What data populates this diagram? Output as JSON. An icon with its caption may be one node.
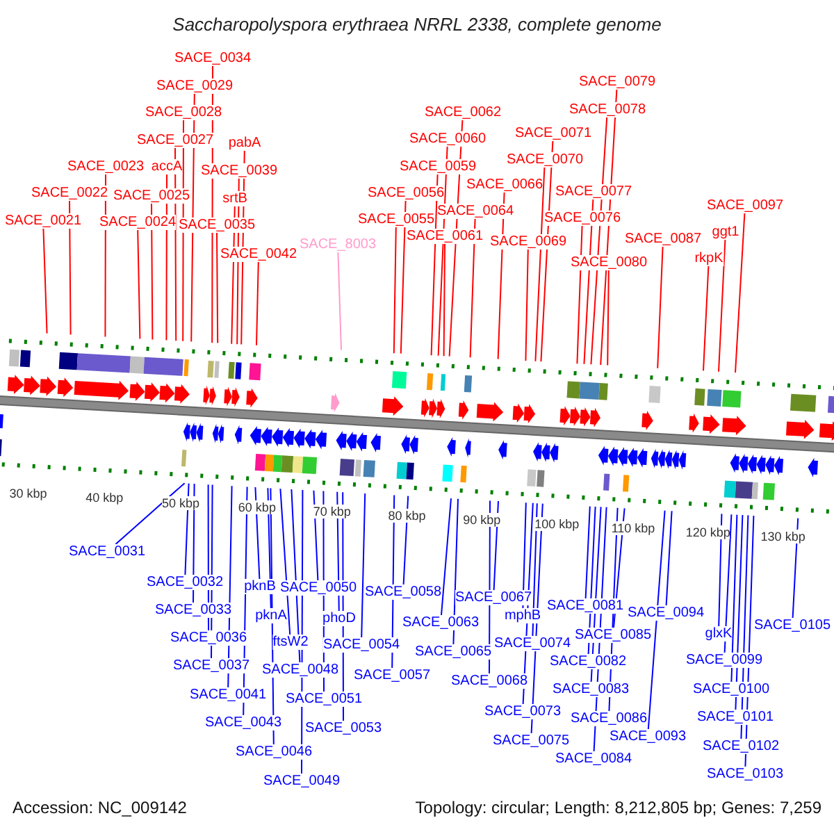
{
  "diagram": {
    "title": "Saccharopolyspora erythraea NRRL 2338, complete genome",
    "nodes": [
      {
        "text": [
          "SACE_0034"
        ]
      },
      {
        "text": [
          "SACE_0029"
        ]
      },
      {
        "text": [
          "SACE_0028"
        ]
      },
      {
        "text": [
          "SACE_0027"
        ]
      },
      {
        "text": [
          "pabA"
        ]
      },
      {
        "text": [
          "SACE_0023"
        ]
      },
      {
        "text": [
          "accA"
        ]
      },
      {
        "text": [
          "SACE_0039"
        ]
      },
      {
        "text": [
          "SACE_0022"
        ]
      },
      {
        "text": [
          "SACE_0025"
        ]
      },
      {
        "text": [
          "srtB"
        ]
      },
      {
        "text": [
          "SACE_0021"
        ]
      },
      {
        "text": [
          "SACE_0024"
        ]
      },
      {
        "text": [
          "SACE_0035"
        ]
      },
      {
        "text": [
          "SACE_0042"
        ]
      },
      {
        "text": [
          "SACE_8003"
        ]
      },
      {
        "text": [
          "SACE_0079"
        ]
      },
      {
        "text": [
          "SACE_0078"
        ]
      },
      {
        "text": [
          "SACE_0062"
        ]
      },
      {
        "text": [
          "SACE_0071"
        ]
      },
      {
        "text": [
          "SACE_0060"
        ]
      },
      {
        "text": [
          "SACE_0070"
        ]
      },
      {
        "text": [
          "SACE_0059"
        ]
      },
      {
        "text": [
          "SACE_0066"
        ]
      },
      {
        "text": [
          "SACE_0077"
        ]
      },
      {
        "text": [
          "SACE_0056"
        ]
      },
      {
        "text": [
          "SACE_0097"
        ]
      },
      {
        "text": [
          "SACE_0064"
        ]
      },
      {
        "text": [
          "SACE_0055"
        ]
      },
      {
        "text": [
          "SACE_0076"
        ]
      },
      {
        "text": [
          "ggt1"
        ]
      },
      {
        "text": [
          "SACE_0061"
        ]
      },
      {
        "text": [
          "SACE_0087"
        ]
      },
      {
        "text": [
          "SACE_0069"
        ]
      },
      {
        "text": [
          "rkpK"
        ]
      },
      {
        "text": [
          "SACE_0080"
        ]
      },
      {
        "text": [
          "SACE_0031"
        ]
      },
      {
        "text": [
          "SACE_0032"
        ]
      },
      {
        "text": [
          "pknB"
        ]
      },
      {
        "text": [
          "SACE_0050"
        ]
      },
      {
        "text": [
          "SACE_0058"
        ]
      },
      {
        "text": [
          "SACE_0067"
        ]
      },
      {
        "text": [
          "SACE_0081"
        ]
      },
      {
        "text": [
          "SACE_0033"
        ]
      },
      {
        "text": [
          "pknA"
        ]
      },
      {
        "text": [
          "phoD"
        ]
      },
      {
        "text": [
          "mphB"
        ]
      },
      {
        "text": [
          "SACE_0094"
        ]
      },
      {
        "text": [
          "SACE_0063"
        ]
      },
      {
        "text": [
          "SACE_0105"
        ]
      },
      {
        "text": [
          "glxK"
        ]
      },
      {
        "text": [
          "SACE_0085"
        ]
      },
      {
        "text": [
          "SACE_0036"
        ]
      },
      {
        "text": [
          "ftsW2"
        ]
      },
      {
        "text": [
          "SACE_0054"
        ]
      },
      {
        "text": [
          "SACE_0074"
        ]
      },
      {
        "text": [
          "SACE_0065"
        ]
      },
      {
        "text": [
          "SACE_0099"
        ]
      },
      {
        "text": [
          "SACE_0082"
        ]
      },
      {
        "text": [
          "SACE_0037"
        ]
      },
      {
        "text": [
          "SACE_0048"
        ]
      },
      {
        "text": [
          "SACE_0057"
        ]
      },
      {
        "text": [
          "SACE_0068"
        ]
      },
      {
        "text": [
          "SACE_0083"
        ]
      },
      {
        "text": [
          "SACE_0100"
        ]
      },
      {
        "text": [
          "SACE_0041"
        ]
      },
      {
        "text": [
          "SACE_0051"
        ]
      },
      {
        "text": [
          "SACE_0073"
        ]
      },
      {
        "text": [
          "SACE_0086"
        ]
      },
      {
        "text": [
          "SACE_0101"
        ]
      },
      {
        "text": [
          "SACE_0043"
        ]
      },
      {
        "text": [
          "SACE_0053"
        ]
      },
      {
        "text": [
          "SACE_0093"
        ]
      },
      {
        "text": [
          "SACE_0075"
        ]
      },
      {
        "text": [
          "SACE_0102"
        ]
      },
      {
        "text": [
          "SACE_0046"
        ]
      },
      {
        "text": [
          "SACE_0084"
        ]
      },
      {
        "text": [
          "SACE_0103"
        ]
      },
      {
        "text": [
          "SACE_0049"
        ]
      }
    ],
    "edges": [
      {
        "from": 0,
        "to": null,
        "arrow": "none",
        "color": "#ff0000"
      },
      {
        "from": 1,
        "to": null,
        "arrow": "none",
        "color": "#ff0000"
      },
      {
        "from": 2,
        "to": null,
        "arrow": "none",
        "color": "#ff0000"
      },
      {
        "from": 3,
        "to": null,
        "arrow": "none",
        "color": "#ff0000"
      },
      {
        "from": 4,
        "to": null,
        "arrow": "none",
        "color": "#ff0000"
      },
      {
        "from": 5,
        "to": null,
        "arrow": "none",
        "color": "#ff0000"
      },
      {
        "from": 6,
        "to": null,
        "arrow": "none",
        "color": "#ff0000"
      },
      {
        "from": 7,
        "to": null,
        "arrow": "none",
        "color": "#ff0000"
      },
      {
        "from": 8,
        "to": null,
        "arrow": "none",
        "color": "#ff0000"
      },
      {
        "from": 9,
        "to": null,
        "arrow": "none",
        "color": "#ff0000"
      },
      {
        "from": 10,
        "to": null,
        "arrow": "none",
        "color": "#ff0000"
      },
      {
        "from": 11,
        "to": null,
        "arrow": "none",
        "color": "#ff0000"
      },
      {
        "from": 12,
        "to": null,
        "arrow": "none",
        "color": "#ff0000"
      },
      {
        "from": 13,
        "to": null,
        "arrow": "none",
        "color": "#ff0000"
      },
      {
        "from": 14,
        "to": null,
        "arrow": "none",
        "color": "#ff0000"
      },
      {
        "from": 15,
        "to": null,
        "arrow": "none",
        "color": "#ff9ccc"
      },
      {
        "from": 16,
        "to": null,
        "arrow": "none",
        "color": "#ff0000"
      },
      {
        "from": 17,
        "to": null,
        "arrow": "none",
        "color": "#ff0000"
      },
      {
        "from": 18,
        "to": null,
        "arrow": "none",
        "color": "#ff0000"
      },
      {
        "from": 19,
        "to": null,
        "arrow": "none",
        "color": "#ff0000"
      },
      {
        "from": 20,
        "to": null,
        "arrow": "none",
        "color": "#ff0000"
      },
      {
        "from": 21,
        "to": null,
        "arrow": "none",
        "color": "#ff0000"
      },
      {
        "from": 22,
        "to": null,
        "arrow": "none",
        "color": "#ff0000"
      },
      {
        "from": 23,
        "to": null,
        "arrow": "none",
        "color": "#ff0000"
      },
      {
        "from": 24,
        "to": null,
        "arrow": "none",
        "color": "#ff0000"
      },
      {
        "from": 25,
        "to": null,
        "arrow": "none",
        "color": "#ff0000"
      },
      {
        "from": 26,
        "to": null,
        "arrow": "none",
        "color": "#ff0000"
      },
      {
        "from": 27,
        "to": null,
        "arrow": "none",
        "color": "#ff0000"
      },
      {
        "from": 28,
        "to": null,
        "arrow": "none",
        "color": "#ff0000"
      },
      {
        "from": 29,
        "to": null,
        "arrow": "none",
        "color": "#ff0000"
      },
      {
        "from": 30,
        "to": null,
        "arrow": "none",
        "color": "#ff0000"
      },
      {
        "from": 31,
        "to": null,
        "arrow": "none",
        "color": "#ff0000"
      },
      {
        "from": 32,
        "to": null,
        "arrow": "none",
        "color": "#ff0000"
      },
      {
        "from": 33,
        "to": null,
        "arrow": "none",
        "color": "#ff0000"
      },
      {
        "from": 34,
        "to": null,
        "arrow": "none",
        "color": "#ff0000"
      },
      {
        "from": 35,
        "to": null,
        "arrow": "none",
        "color": "#ff0000"
      },
      {
        "from": 36,
        "to": null,
        "arrow": "none"
      },
      {
        "from": 37,
        "to": null,
        "arrow": "none"
      },
      {
        "from": 38,
        "to": null,
        "arrow": "none"
      },
      {
        "from": 39,
        "to": null,
        "arrow": "none"
      },
      {
        "from": 40,
        "to": null,
        "arrow": "none"
      },
      {
        "from": 41,
        "to": null,
        "arrow": "none"
      },
      {
        "from": 42,
        "to": null,
        "arrow": "none"
      },
      {
        "from": 43,
        "to": null,
        "arrow": "none"
      },
      {
        "from": 44,
        "to": null,
        "arrow": "none"
      },
      {
        "from": 45,
        "to": null,
        "arrow": "none"
      },
      {
        "from": 46,
        "to": null,
        "arrow": "none"
      },
      {
        "from": 47,
        "to": null,
        "arrow": "none"
      },
      {
        "from": 48,
        "to": null,
        "arrow": "none"
      },
      {
        "from": 49,
        "to": null,
        "arrow": "none"
      },
      {
        "from": 50,
        "to": null,
        "arrow": "none"
      },
      {
        "from": 51,
        "to": null,
        "arrow": "none"
      },
      {
        "from": 52,
        "to": null,
        "arrow": "none"
      },
      {
        "from": 53,
        "to": null,
        "arrow": "none"
      },
      {
        "from": 54,
        "to": null,
        "arrow": "none"
      },
      {
        "from": 55,
        "to": null,
        "arrow": "none"
      },
      {
        "from": 56,
        "to": null,
        "arrow": "none"
      },
      {
        "from": 57,
        "to": null,
        "arrow": "none"
      },
      {
        "from": 58,
        "to": null,
        "arrow": "none"
      },
      {
        "from": 59,
        "to": null,
        "arrow": "none"
      },
      {
        "from": 60,
        "to": null,
        "arrow": "none"
      },
      {
        "from": 61,
        "to": null,
        "arrow": "none"
      },
      {
        "from": 62,
        "to": null,
        "arrow": "none"
      },
      {
        "from": 63,
        "to": null,
        "arrow": "none"
      },
      {
        "from": 64,
        "to": null,
        "arrow": "none"
      },
      {
        "from": 65,
        "to": null,
        "arrow": "none"
      },
      {
        "from": 66,
        "to": null,
        "arrow": "none"
      },
      {
        "from": 67,
        "to": null,
        "arrow": "none"
      },
      {
        "from": 68,
        "to": null,
        "arrow": "none"
      },
      {
        "from": 69,
        "to": null,
        "arrow": "none"
      },
      {
        "from": 70,
        "to": null,
        "arrow": "none"
      },
      {
        "from": 71,
        "to": null,
        "arrow": "none"
      },
      {
        "from": 72,
        "to": null,
        "arrow": "none"
      },
      {
        "from": 73,
        "to": null,
        "arrow": "none"
      },
      {
        "from": 74,
        "to": null,
        "arrow": "none"
      },
      {
        "from": 75,
        "to": null,
        "arrow": "none"
      },
      {
        "from": 76,
        "to": null,
        "arrow": "none"
      },
      {
        "from": 77,
        "to": null,
        "arrow": "none"
      },
      {
        "from": 78,
        "to": null,
        "arrow": "none"
      }
    ],
    "labels": [
      "30 kbp",
      "40 kbp",
      "50 kbp",
      "60 kbp",
      "70 kbp",
      "80 kbp",
      "90 kbp",
      "100 kbp",
      "110 kbp",
      "120 kbp",
      "130 kbp",
      "Accession: NC_009142",
      "Topology: circular; Length: 8,212,805 bp; Genes: 7,259"
    ]
  }
}
